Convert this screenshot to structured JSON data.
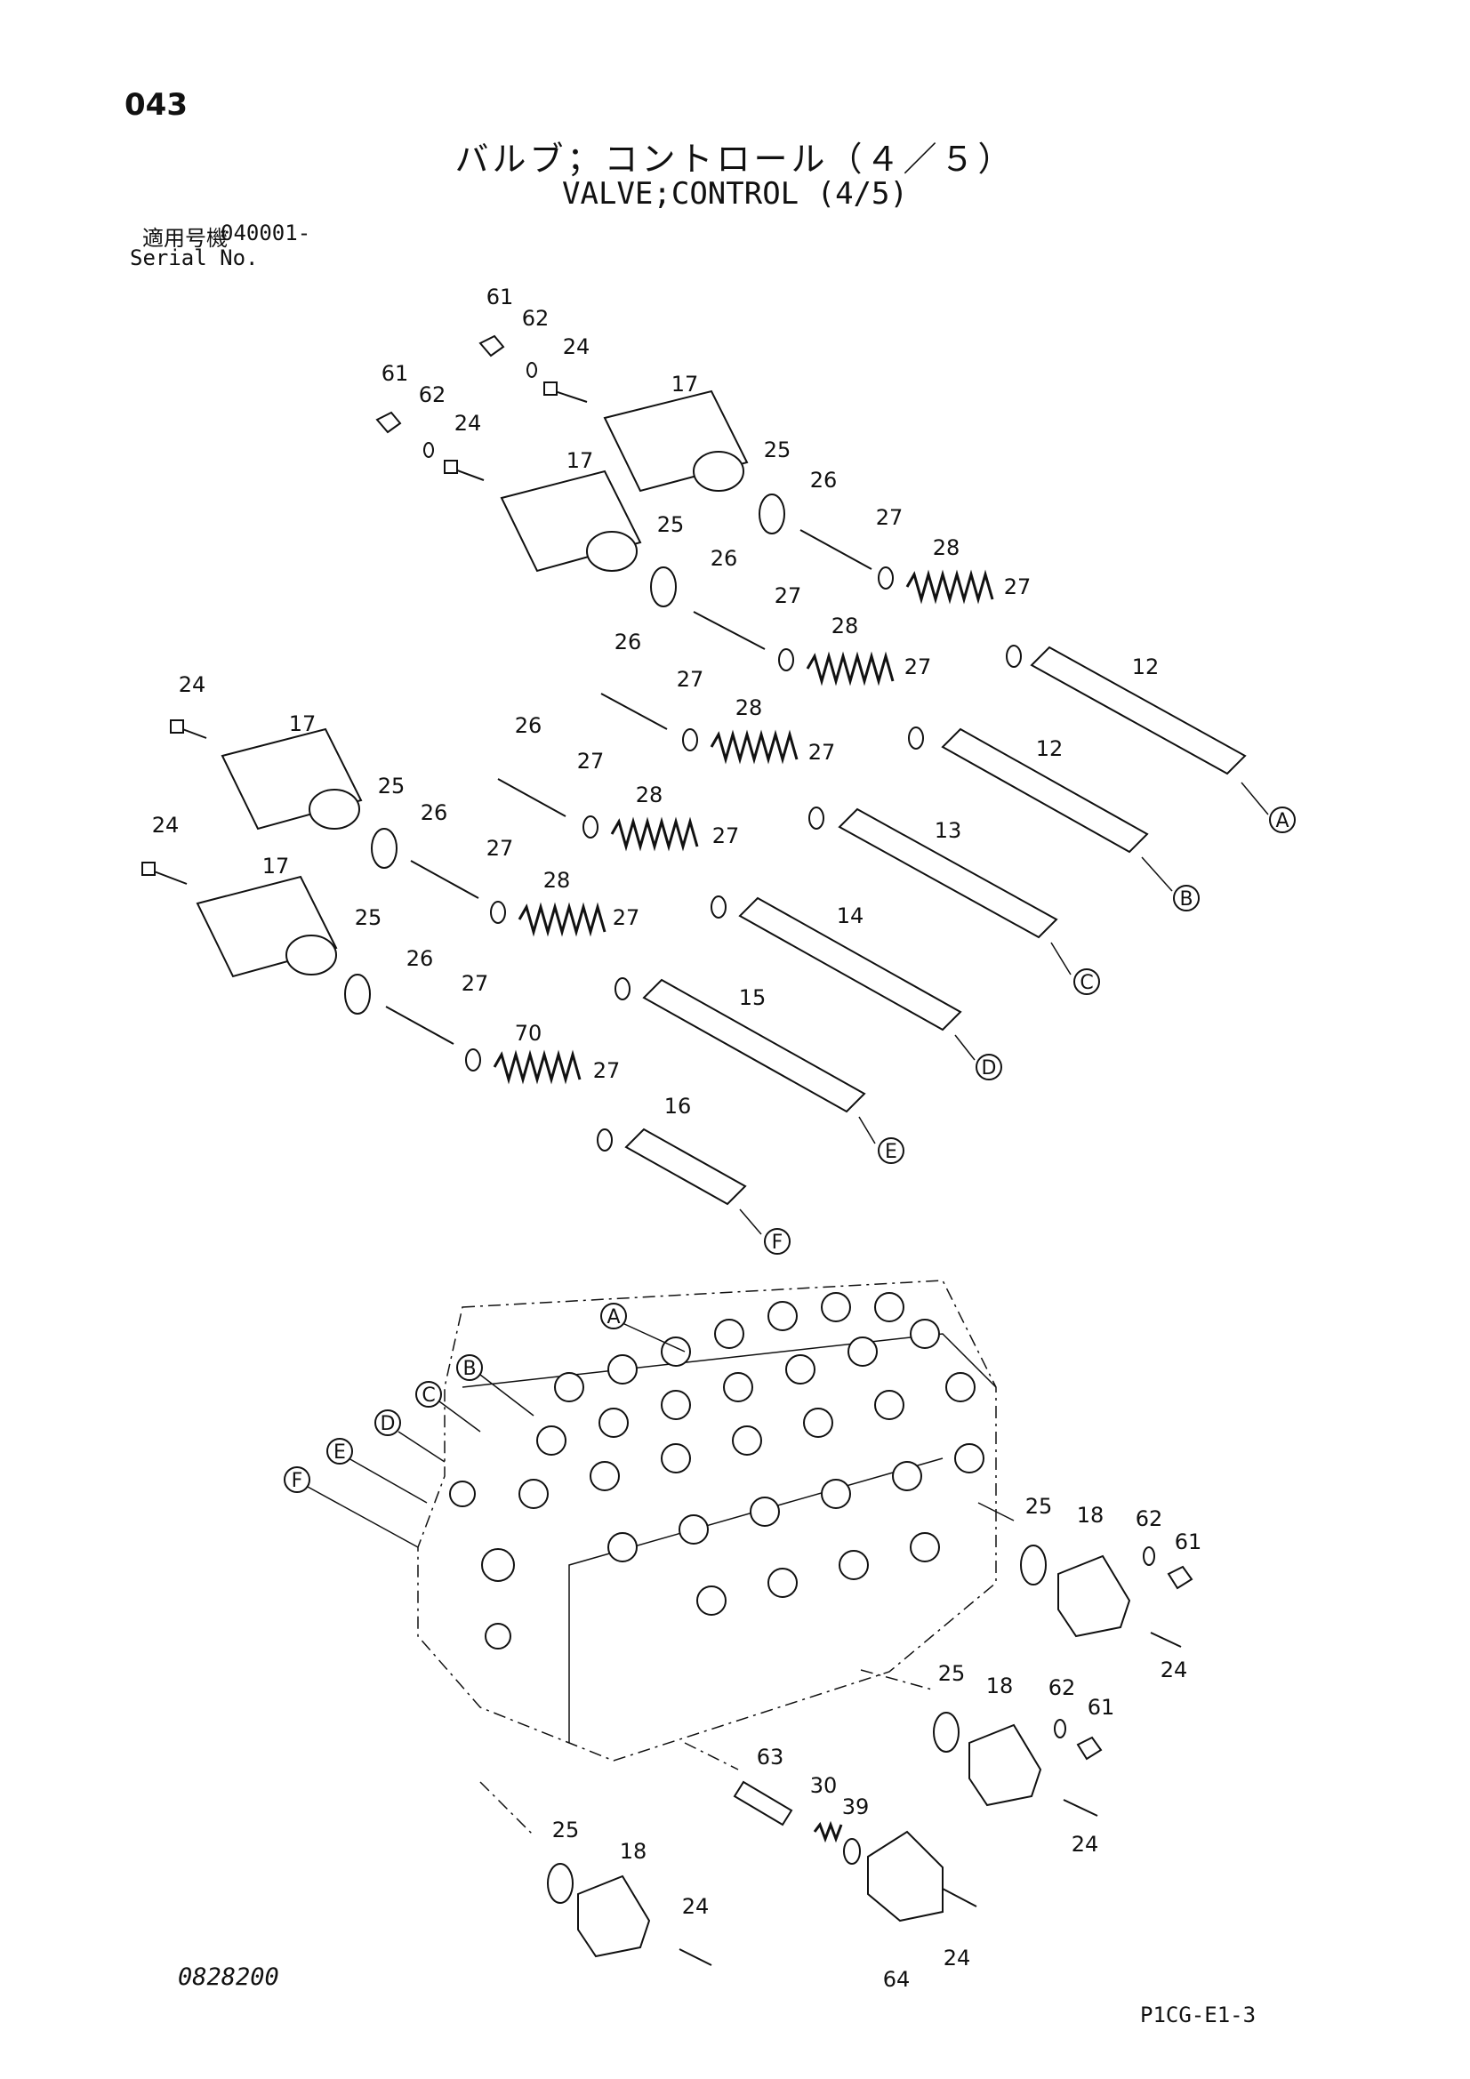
{
  "header": {
    "page_number": "043",
    "title_jp": "バルブ；コントロール（４／５）",
    "title_en": "VALVE;CONTROL (4/5)",
    "serial_label_jp": "適用号機",
    "serial_value": "040001-",
    "serial_label_en": "Serial No."
  },
  "footer": {
    "document_number": "0828200",
    "figure_code": "P1CG-E1-3"
  },
  "part_numbers": {
    "p12": "12",
    "p13": "13",
    "p14": "14",
    "p15": "15",
    "p16": "16",
    "p17": "17",
    "p18": "18",
    "p24": "24",
    "p25": "25",
    "p26": "26",
    "p27": "27",
    "p28": "28",
    "p30": "30",
    "p39": "39",
    "p61": "61",
    "p62": "62",
    "p63": "63",
    "p64": "64",
    "p70": "70"
  },
  "connection_letters": [
    "A",
    "B",
    "C",
    "D",
    "E",
    "F"
  ]
}
